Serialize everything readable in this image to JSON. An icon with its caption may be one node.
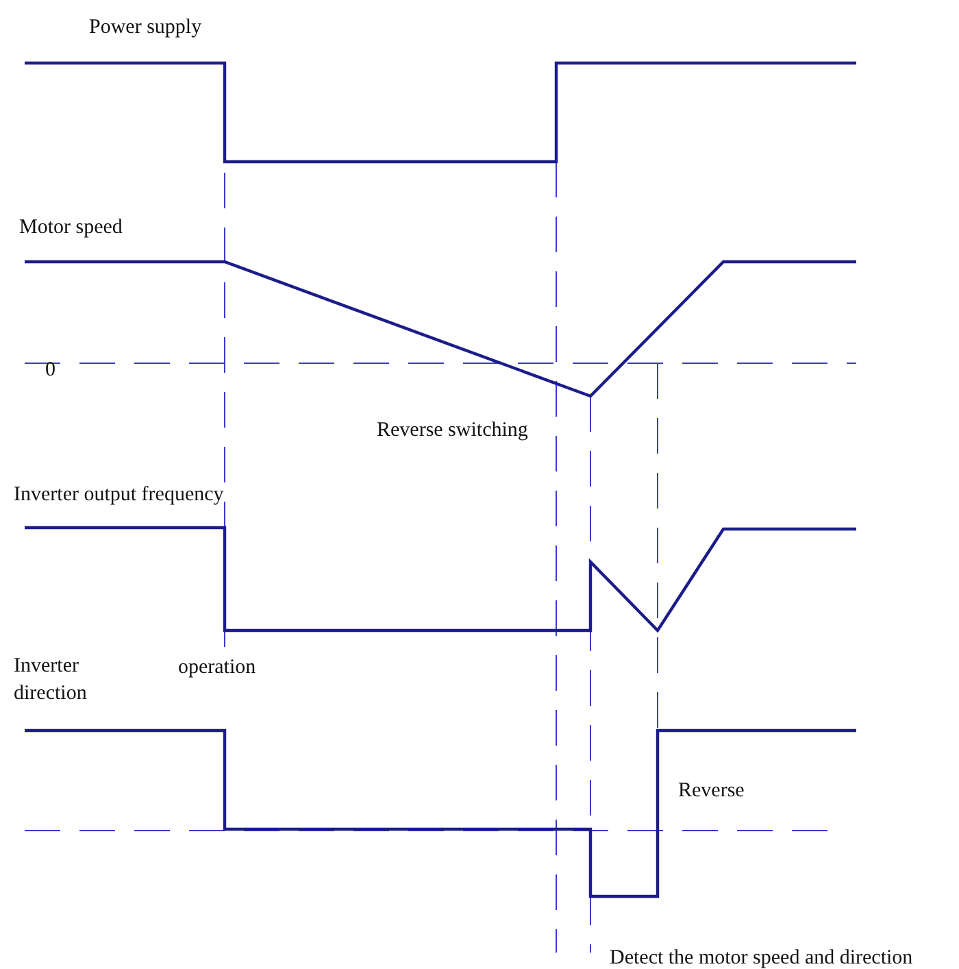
{
  "diagram": {
    "labels": [
      "Power supply",
      "Motor speed",
      "0",
      "Reverse switching",
      "Inverter output frequency",
      "Inverter direction",
      "operation",
      "Reverse",
      "Detect the motor speed and direction"
    ]
  }
}
